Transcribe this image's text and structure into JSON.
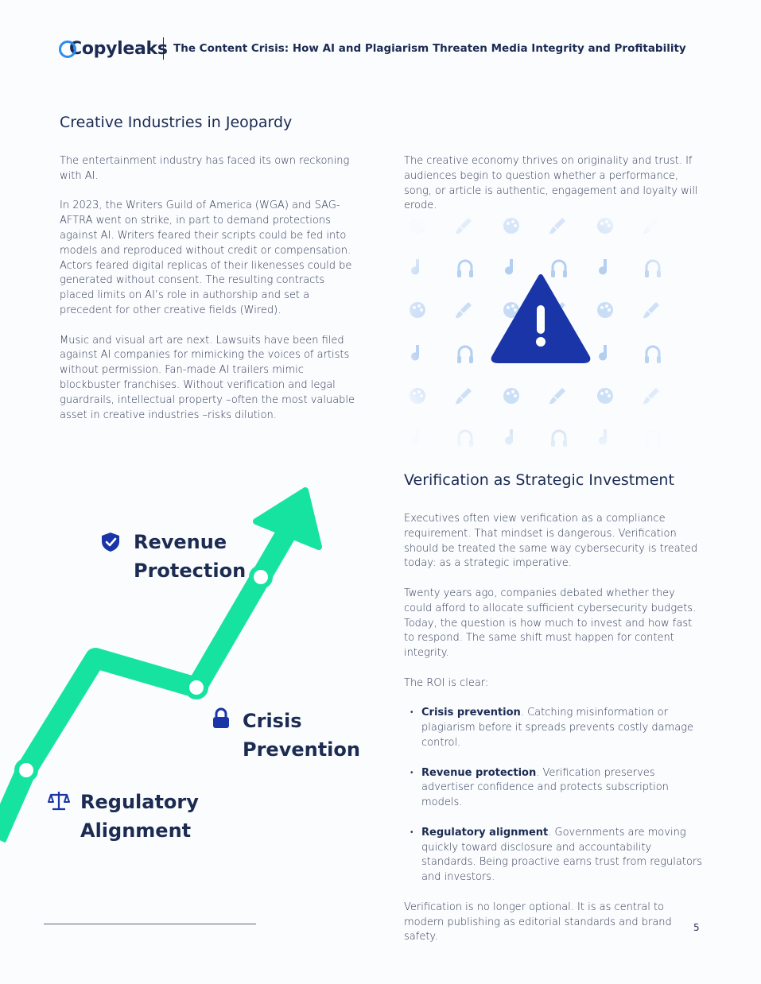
{
  "header": {
    "logo_text": "Copyleaks",
    "title": "The Content Crisis: How AI and Plagiarism Threaten Media Integrity and Profitability"
  },
  "section1": {
    "heading": "Creative Industries in Jeopardy",
    "left_paragraphs": [
      "The entertainment industry has faced its own reckoning with AI.",
      "In 2023, the Writers Guild of America (WGA) and SAG-AFTRA went on strike, in part to demand protections against AI. Writers feared their scripts could be fed into models and reproduced without credit or compensation. Actors feared digital replicas of their likenesses could be generated without consent. The resulting contracts placed limits on AI’s role in authorship and set a precedent for other creative fields (Wired).",
      "Music and visual art are next. Lawsuits have been filed against AI companies for mimicking the voices of artists without permission. Fan-made AI trailers mimic blockbuster franchises. Without verification and legal guardrails, intellectual property –often the most valuable asset in creative industries –risks dilution."
    ],
    "right_paragraph": "The creative economy thrives on originality and trust. If audiences begin to question whether a performance, song, or article is authentic, engagement and loyalty will erode."
  },
  "illustration": {
    "icon": "warning-triangle-icon",
    "pattern_icons": [
      "music-note-icon",
      "headphones-icon",
      "palette-icon",
      "brush-icon"
    ],
    "accent": "#1a35a8"
  },
  "chart_labels": {
    "revenue": [
      "Revenue",
      "Protection"
    ],
    "crisis": [
      "Crisis",
      "Prevention"
    ],
    "regulatory": [
      "Regulatory",
      "Alignment"
    ],
    "arrow_color": "#16e3a0"
  },
  "section2": {
    "heading": "Verification as Strategic Investment",
    "paragraphs": [
      "Executives often view verification as a compliance requirement. That mindset is dangerous. Verification should be treated the same way cybersecurity is treated today: as a strategic imperative.",
      "Twenty years ago, companies debated whether they could afford to allocate sufficient cybersecurity budgets. Today, the question is how much to invest and how fast to respond. The same shift must happen for content integrity.",
      "The ROI is clear:"
    ],
    "bullets": [
      {
        "bold": "Crisis prevention",
        "text": ". Catching misinformation or plagiarism before it spreads prevents costly damage control."
      },
      {
        "bold": "Revenue protection",
        "text": ". Verification preserves advertiser confidence and protects subscription models."
      },
      {
        "bold": "Regulatory alignment",
        "text": ". Governments are moving quickly toward disclosure and accountability standards. Being proactive earns trust from regulators and investors."
      }
    ],
    "closing": "Verification is no longer optional. It is as central to modern publishing as editorial standards and brand safety."
  },
  "footer": {
    "page_number": "5"
  }
}
